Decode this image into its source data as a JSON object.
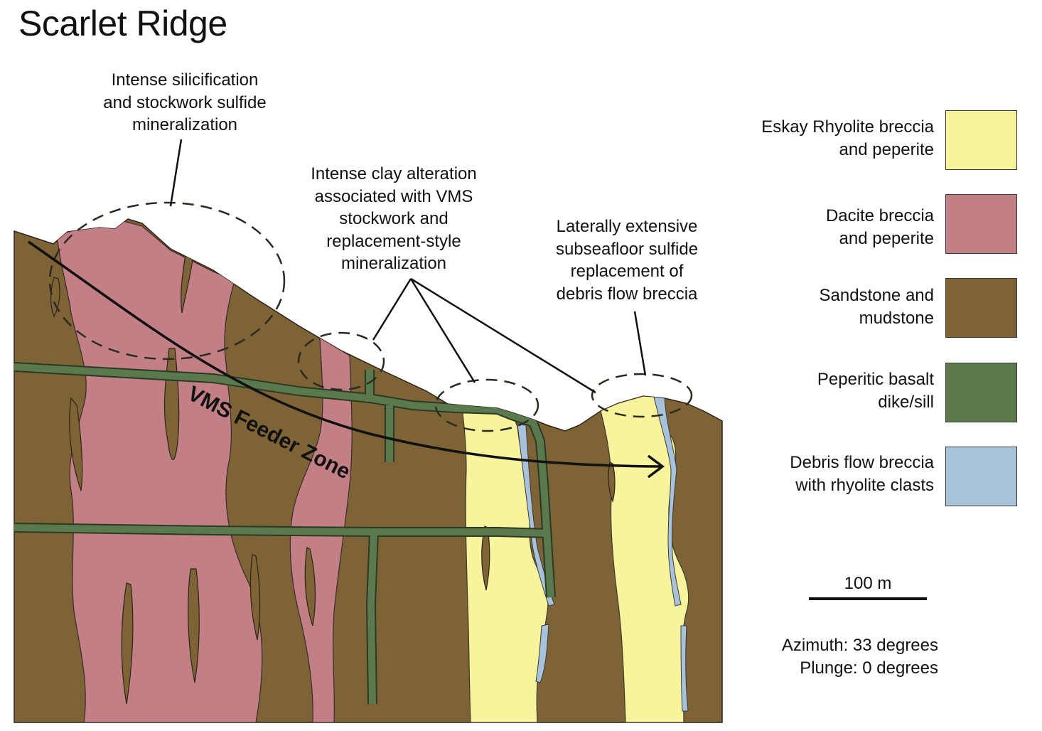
{
  "title": "Scarlet Ridge",
  "callouts": {
    "silicification": [
      "Intense silicification",
      "and stockwork sulfide",
      "mineralization"
    ],
    "clay": [
      "Intense clay alteration",
      "associated with VMS",
      "stockwork and",
      "replacement-style",
      "mineralization"
    ],
    "replacement": [
      "Laterally extensive",
      "subseafloor sulfide",
      "replacement of",
      "debris flow breccia"
    ]
  },
  "feeder_label": "VMS Feeder Zone",
  "legend": [
    {
      "lines": [
        "Eskay Rhyolite breccia",
        "and peperite"
      ],
      "color": "#f9f39d"
    },
    {
      "lines": [
        "Dacite breccia",
        "and peperite"
      ],
      "color": "#c27f85"
    },
    {
      "lines": [
        "Sandstone and",
        "mudstone"
      ],
      "color": "#7e6337"
    },
    {
      "lines": [
        "Peperitic basalt",
        "dike/sill"
      ],
      "color": "#5a7a4e"
    },
    {
      "lines": [
        "Debris flow breccia",
        "with rhyolite clasts"
      ],
      "color": "#a8c2d9"
    }
  ],
  "scale_label": "100 m",
  "orientation": [
    "Azimuth: 33 degrees",
    "Plunge: 0 degrees"
  ]
}
